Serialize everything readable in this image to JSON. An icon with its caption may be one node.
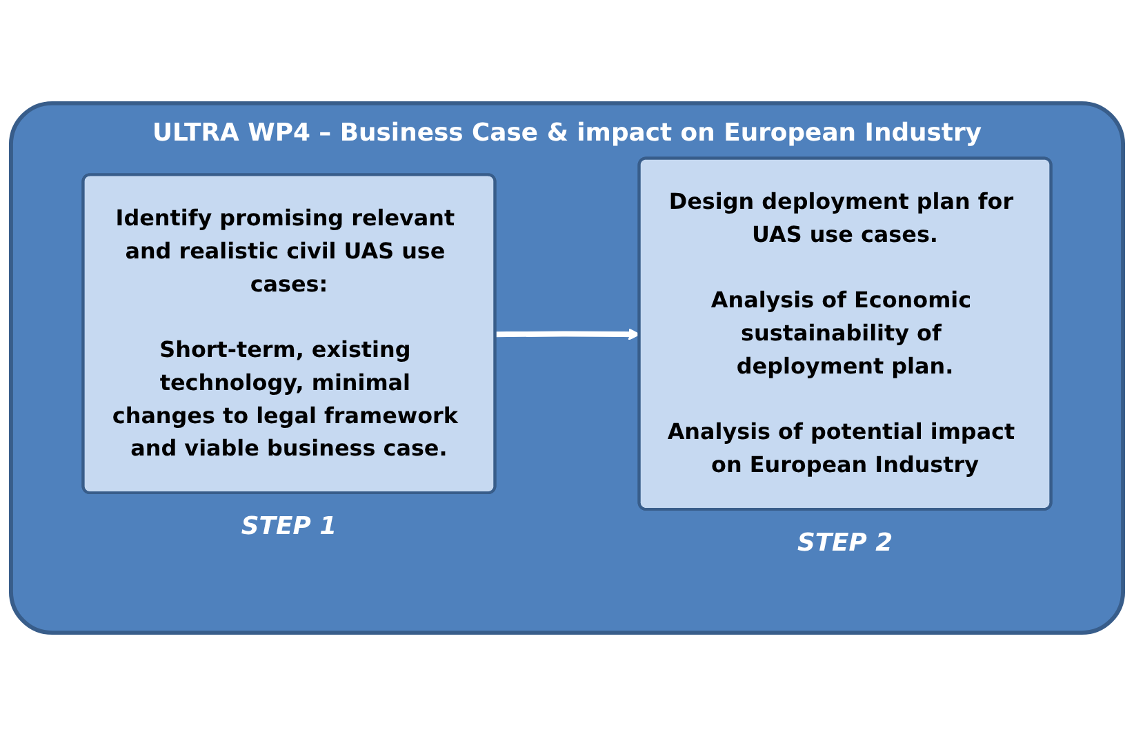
{
  "diagram": {
    "nodes": [
      {
        "text": [
          "ULTRA  WP4 – Business Case & impact on European Industry"
        ]
      },
      {
        "text": [
          "Identify promising relevant and realistic civil UAS use cases:",
          "Short-term, existing technology, minimal changes to legal framework and viable business case."
        ],
        "in": 0,
        "beside": [
          "STEP 1"
        ]
      },
      {
        "text": [
          "Design deployment plan for UAS use cases.",
          "Analysis of Economic sustainability of deployment plan.",
          "Analysis of potential impact on European Industry"
        ],
        "in": 0,
        "beside": [
          "STEP 2"
        ]
      }
    ],
    "edges": [
      {
        "from": 1,
        "to": 2,
        "arrow": "to",
        "color": "#ffffff"
      }
    ]
  }
}
